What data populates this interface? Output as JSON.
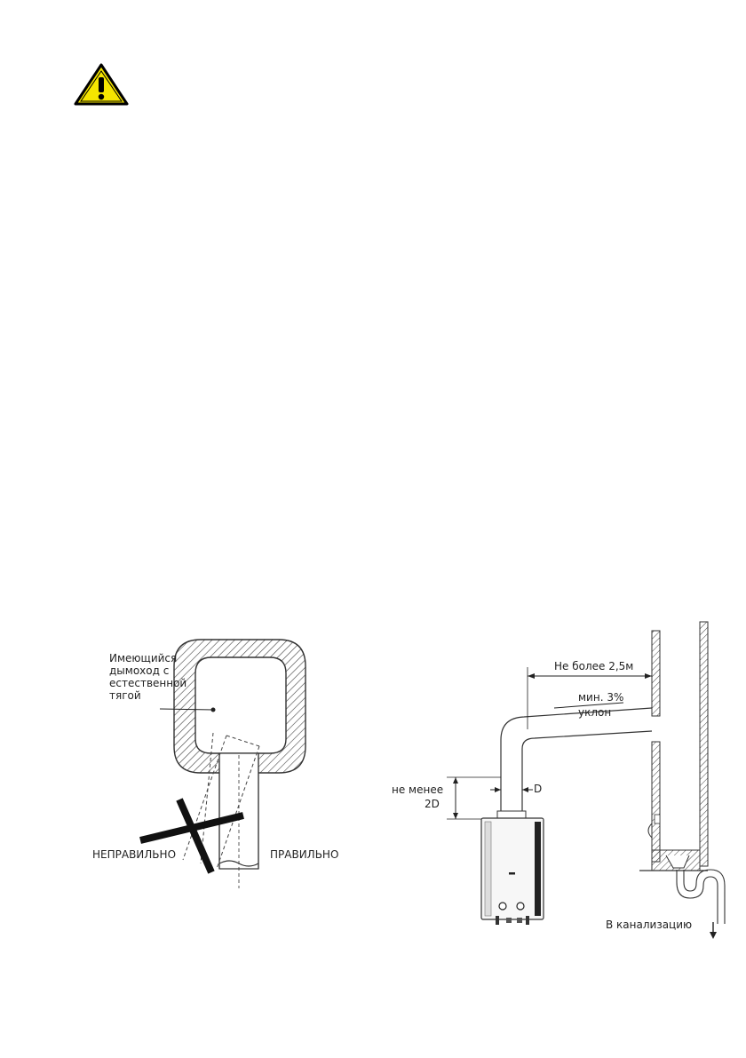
{
  "warning": {
    "icon": "warning-triangle-icon",
    "fill_color": "#f5e500",
    "border_color": "#000000"
  },
  "left_diagram": {
    "chimney_label": "Имеющийся дымоход с естественной тягой",
    "wrong_label": "НЕПРАВИЛЬНО",
    "right_label": "ПРАВИЛЬНО"
  },
  "right_diagram": {
    "max_length_label": "Не более 2,5м",
    "slope_top": "мин. 3%",
    "slope_bottom": "уклон",
    "min_height_label_1": "не менее",
    "min_height_label_2": "2D",
    "diameter_label": "D",
    "drain_label": "В канализацию"
  }
}
